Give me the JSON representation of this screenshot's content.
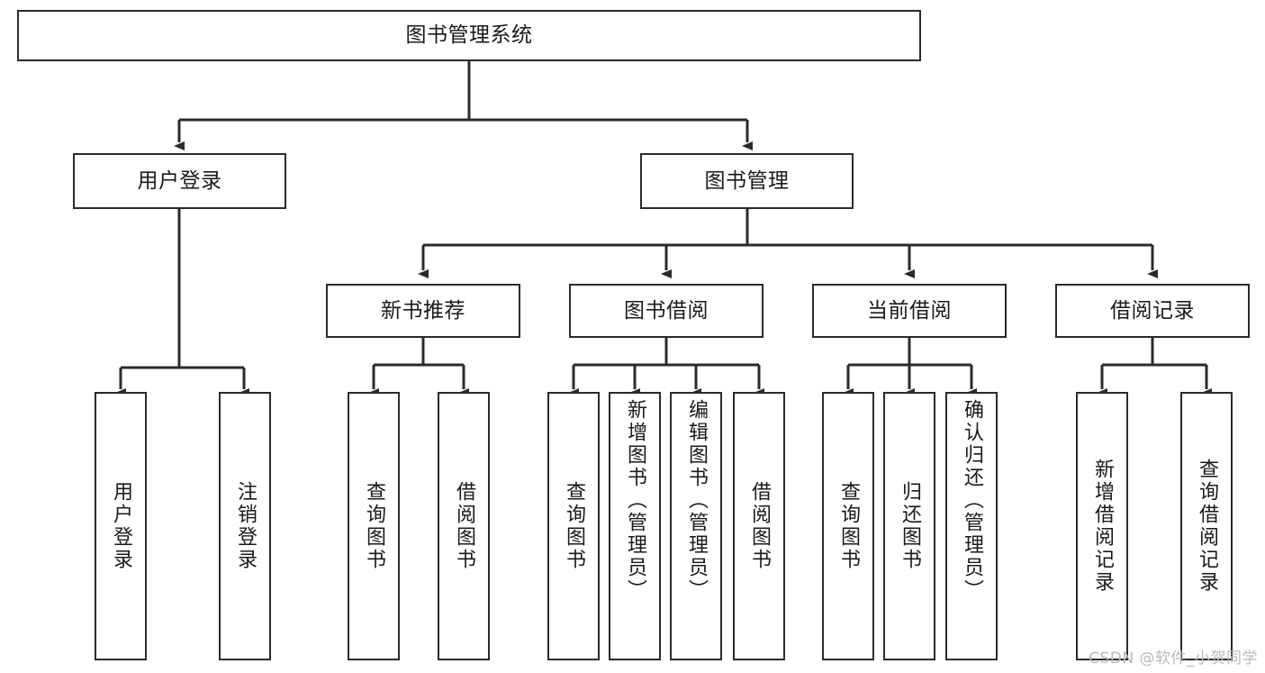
{
  "diagram": {
    "title": "图书管理系统",
    "type": "tree-hierarchy",
    "watermark": "CSDN @软件_小贺同学",
    "colors": {
      "border": "#2b2b2b",
      "background": "#ffffff",
      "text": "#1a1a1a",
      "watermark": "#b9b9b9"
    },
    "root": {
      "label": "图书管理系统"
    },
    "level2": [
      {
        "label": "用户登录"
      },
      {
        "label": "图书管理"
      }
    ],
    "level3": [
      {
        "label": "新书推荐"
      },
      {
        "label": "图书借阅"
      },
      {
        "label": "当前借阅"
      },
      {
        "label": "借阅记录"
      }
    ],
    "leaves": {
      "user_login": [
        {
          "label": "用户登录"
        },
        {
          "label": "注销登录"
        }
      ],
      "new_book": [
        {
          "label": "查询图书"
        },
        {
          "label": "借阅图书"
        }
      ],
      "borrow_book": [
        {
          "label": "查询图书"
        },
        {
          "label": "新增图书（管理员）"
        },
        {
          "label": "编辑图书（管理员）"
        },
        {
          "label": "借阅图书"
        }
      ],
      "current_borrow": [
        {
          "label": "查询图书"
        },
        {
          "label": "归还图书"
        },
        {
          "label": "确认归还（管理员）"
        }
      ],
      "borrow_record": [
        {
          "label": "新增借阅记录"
        },
        {
          "label": "查询借阅记录"
        }
      ]
    }
  }
}
